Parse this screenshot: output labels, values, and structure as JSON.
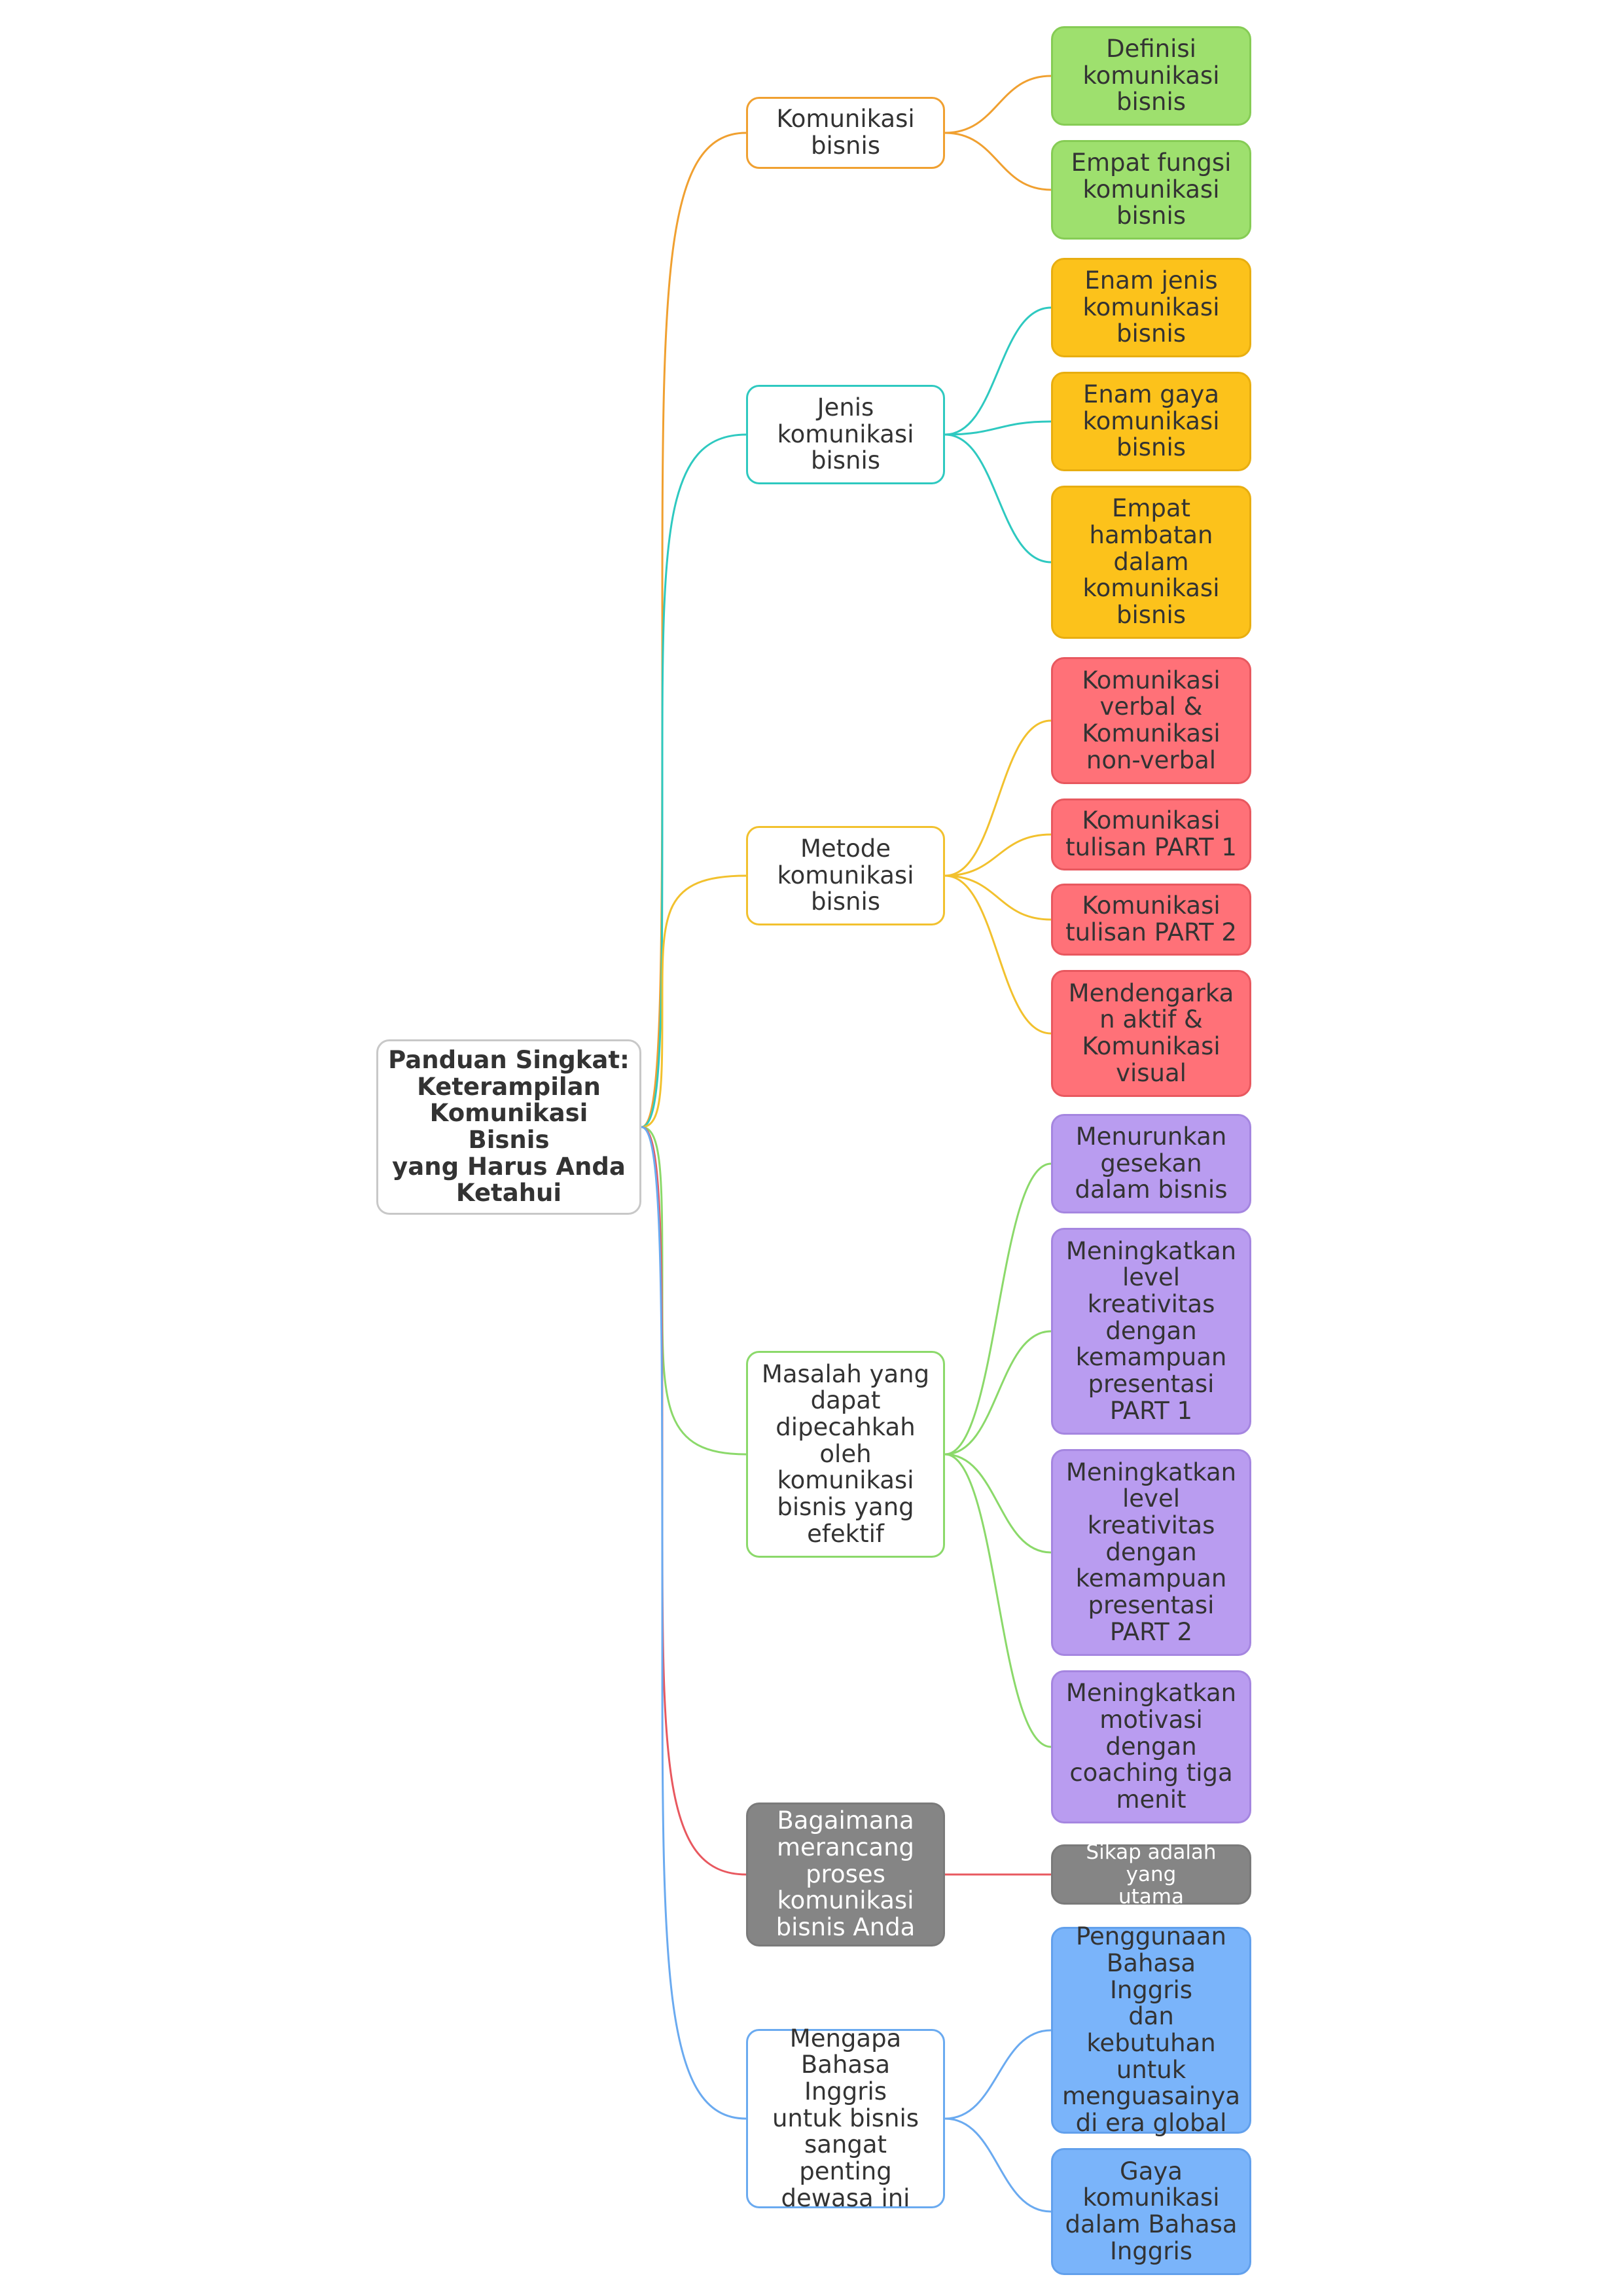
{
  "root": {
    "label": "Panduan Singkat:\nKeterampilan\nKomunikasi Bisnis\nyang Harus Anda\nKetahui"
  },
  "branches": [
    {
      "label": "Komunikasi\nbisnis",
      "line_color": "#f0a030",
      "border_color": "#f0a030",
      "fill": "#ffffff",
      "text_color": "#333333",
      "children": [
        {
          "label": "Definisi\nkomunikasi\nbisnis",
          "fill": "#9ee06e",
          "border": "#86cc55",
          "text_color": "#333333"
        },
        {
          "label": "Empat fungsi\nkomunikasi\nbisnis",
          "fill": "#9ee06e",
          "border": "#86cc55",
          "text_color": "#333333"
        }
      ]
    },
    {
      "label": "Jenis\nkomunikasi\nbisnis",
      "line_color": "#2ec9c0",
      "border_color": "#2ec9c0",
      "fill": "#ffffff",
      "text_color": "#333333",
      "children": [
        {
          "label": "Enam jenis\nkomunikasi\nbisnis",
          "fill": "#fcc21b",
          "border": "#e8ae10",
          "text_color": "#333333"
        },
        {
          "label": "Enam gaya\nkomunikasi\nbisnis",
          "fill": "#fcc21b",
          "border": "#e8ae10",
          "text_color": "#333333"
        },
        {
          "label": "Empat\nhambatan\ndalam\nkomunikasi\nbisnis",
          "fill": "#fcc21b",
          "border": "#e8ae10",
          "text_color": "#333333"
        }
      ]
    },
    {
      "label": "Metode\nkomunikasi\nbisnis",
      "line_color": "#f2c12e",
      "border_color": "#f2c12e",
      "fill": "#ffffff",
      "text_color": "#333333",
      "children": [
        {
          "label": "Komunikasi\nverbal &\nKomunikasi\nnon-verbal",
          "fill": "#ff7178",
          "border": "#e8585f",
          "text_color": "#333333"
        },
        {
          "label": "Komunikasi\ntulisan PART 1",
          "fill": "#ff7178",
          "border": "#e8585f",
          "text_color": "#333333"
        },
        {
          "label": "Komunikasi\ntulisan PART 2",
          "fill": "#ff7178",
          "border": "#e8585f",
          "text_color": "#333333"
        },
        {
          "label": "Mendengarka\nn aktif &\nKomunikasi\nvisual",
          "fill": "#ff7178",
          "border": "#e8585f",
          "text_color": "#333333"
        }
      ]
    },
    {
      "label": "Masalah yang\ndapat\ndipecahkah\noleh\nkomunikasi\nbisnis yang\nefektif",
      "line_color": "#8bd96a",
      "border_color": "#8bd96a",
      "fill": "#ffffff",
      "text_color": "#333333",
      "children": [
        {
          "label": "Menurunkan\ngesekan\ndalam bisnis",
          "fill": "#b99cf0",
          "border": "#a586e0",
          "text_color": "#333333"
        },
        {
          "label": "Meningkatkan\nlevel\nkreativitas\ndengan\nkemampuan\npresentasi\nPART 1",
          "fill": "#b99cf0",
          "border": "#a586e0",
          "text_color": "#333333"
        },
        {
          "label": "Meningkatkan\nlevel\nkreativitas\ndengan\nkemampuan\npresentasi\nPART 2",
          "fill": "#b99cf0",
          "border": "#a586e0",
          "text_color": "#333333"
        },
        {
          "label": "Meningkatkan\nmotivasi\ndengan\ncoaching tiga\nmenit",
          "fill": "#b99cf0",
          "border": "#a586e0",
          "text_color": "#333333"
        }
      ]
    },
    {
      "label": "Bagaimana\nmerancang\nproses\nkomunikasi\nbisnis Anda",
      "line_color": "#e8585f",
      "border_color": "#7a7a7a",
      "fill": "#858585",
      "text_color": "#ffffff",
      "children": [
        {
          "label": "Sikap adalah yang\nutama",
          "fill": "#858585",
          "border": "#7a7a7a",
          "text_color": "#ffffff",
          "small": true
        }
      ]
    },
    {
      "label": "Mengapa\nBahasa Inggris\nuntuk bisnis\nsangat\npenting\ndewasa ini",
      "line_color": "#6aaaf0",
      "border_color": "#6aaaf0",
      "fill": "#ffffff",
      "text_color": "#333333",
      "children": [
        {
          "label": "Penggunaan\nBahasa Inggris\ndan\nkebutuhan\nuntuk\nmenguasainya\ndi era global",
          "fill": "#7ab4fa",
          "border": "#62a0ec",
          "text_color": "#333333"
        },
        {
          "label": "Gaya\nkomunikasi\ndalam Bahasa\nInggris",
          "fill": "#7ab4fa",
          "border": "#62a0ec",
          "text_color": "#333333"
        }
      ]
    }
  ]
}
